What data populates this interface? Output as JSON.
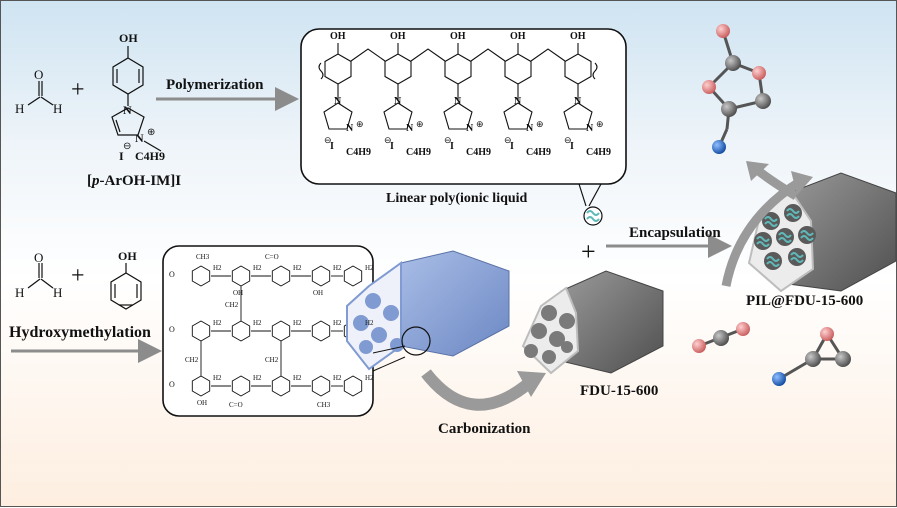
{
  "labels": {
    "polymerization": "Polymerization",
    "monomer": "[p-ArOH-IM]I",
    "monomer_prefix": "[",
    "monomer_italic": "p",
    "monomer_rest": "-ArOH-IM]I",
    "linear_pil": "Linear poly(ionic liquid",
    "encapsulation": "Encapsulation",
    "pil_fdu": "PIL@FDU-15-600",
    "hydroxymethylation": "Hydroxymethylation",
    "fdu": "FDU-15-600",
    "carbonization": "Carbonization",
    "plus": "+"
  },
  "chem": {
    "oh": "OH",
    "h": "H",
    "o": "O",
    "n": "N",
    "iodide": "I",
    "butyl": "C4H9",
    "ch3": "CH3",
    "ch2": "CH2",
    "h2": "H2",
    "c": "C"
  },
  "colors": {
    "bg_top": "#cfe4f2",
    "bg_bottom": "#fdeee0",
    "arrow_gray": "#8c8c8c",
    "carbon_gray": "#6e6e6e",
    "silica_blue": "#7f9bd1",
    "oxygen_pink": "#e07a7a",
    "nitrogen_blue": "#1f66c8",
    "carbon_atom": "#6c6c6c",
    "pil_teal": "#5fb9b9"
  }
}
